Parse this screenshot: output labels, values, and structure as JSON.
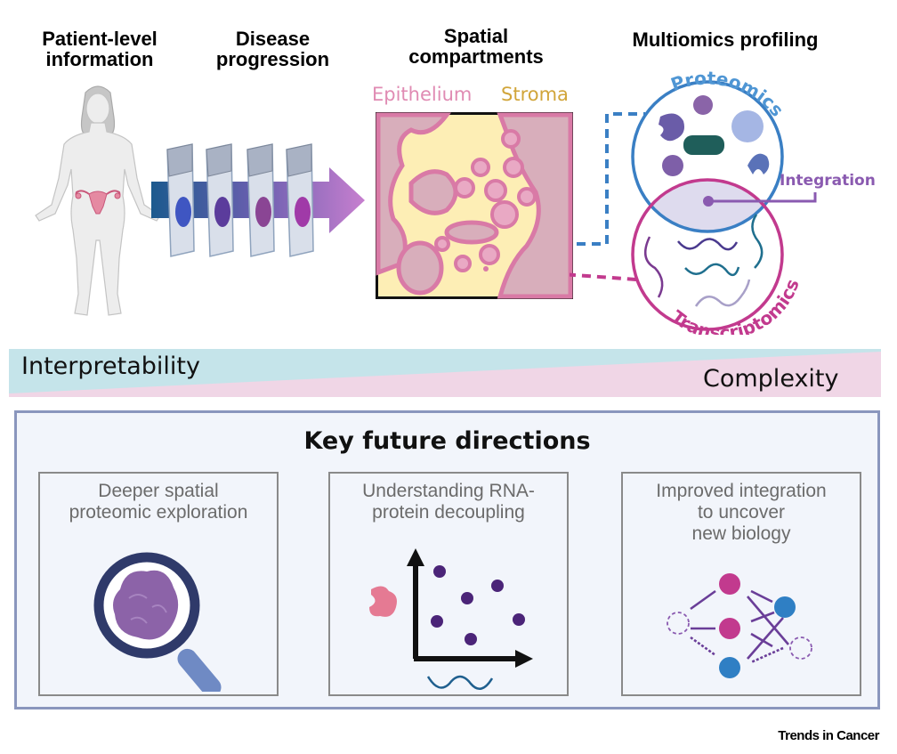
{
  "top": {
    "sections": [
      {
        "id": "patient",
        "title_line1": "Patient-level",
        "title_line2": "information"
      },
      {
        "id": "disease",
        "title_line1": "Disease",
        "title_line2": "progression"
      },
      {
        "id": "spatial",
        "title_line1": "Spatial",
        "title_line2": "compartments"
      },
      {
        "id": "multiomics",
        "title_line1": "Multiomics profiling",
        "title_line2": ""
      }
    ],
    "spatial_labels": {
      "epithelium": "Epithelium",
      "stroma": "Stroma"
    },
    "omics_labels": {
      "proteomics": "Proteomics",
      "transcriptomics": "Transcriptomics",
      "integration": "Integration"
    },
    "colors": {
      "epithelium": "#e08bb3",
      "stroma": "#d1a53a",
      "proteomics": "#3a7fc4",
      "transcriptomics": "#c23a8e",
      "integration": "#8a5ab0",
      "arrow_start": "#1c5a8e",
      "arrow_end": "#c77fcf"
    }
  },
  "gradient_bar": {
    "left_label": "Interpretability",
    "right_label": "Complexity",
    "colors": {
      "interpretability": "#c5e4ea",
      "complexity": "#f0d6e6"
    }
  },
  "key_future_directions": {
    "title": "Key future directions",
    "cards": [
      {
        "title": "Deeper spatial proteomic exploration",
        "line1": "Deeper spatial",
        "line2": "proteomic exploration",
        "line3": "",
        "icon": "magnifier-protein-icon"
      },
      {
        "title": "Understanding RNA-protein decoupling",
        "line1": "Understanding RNA-",
        "line2": "protein decoupling",
        "line3": "",
        "icon": "scatter-plot-icon"
      },
      {
        "title": "Improved integration to uncover new biology",
        "line1": "Improved integration",
        "line2": "to uncover",
        "line3": "new biology",
        "icon": "network-icon"
      }
    ]
  },
  "footer": {
    "journal": "Trends in Cancer"
  }
}
